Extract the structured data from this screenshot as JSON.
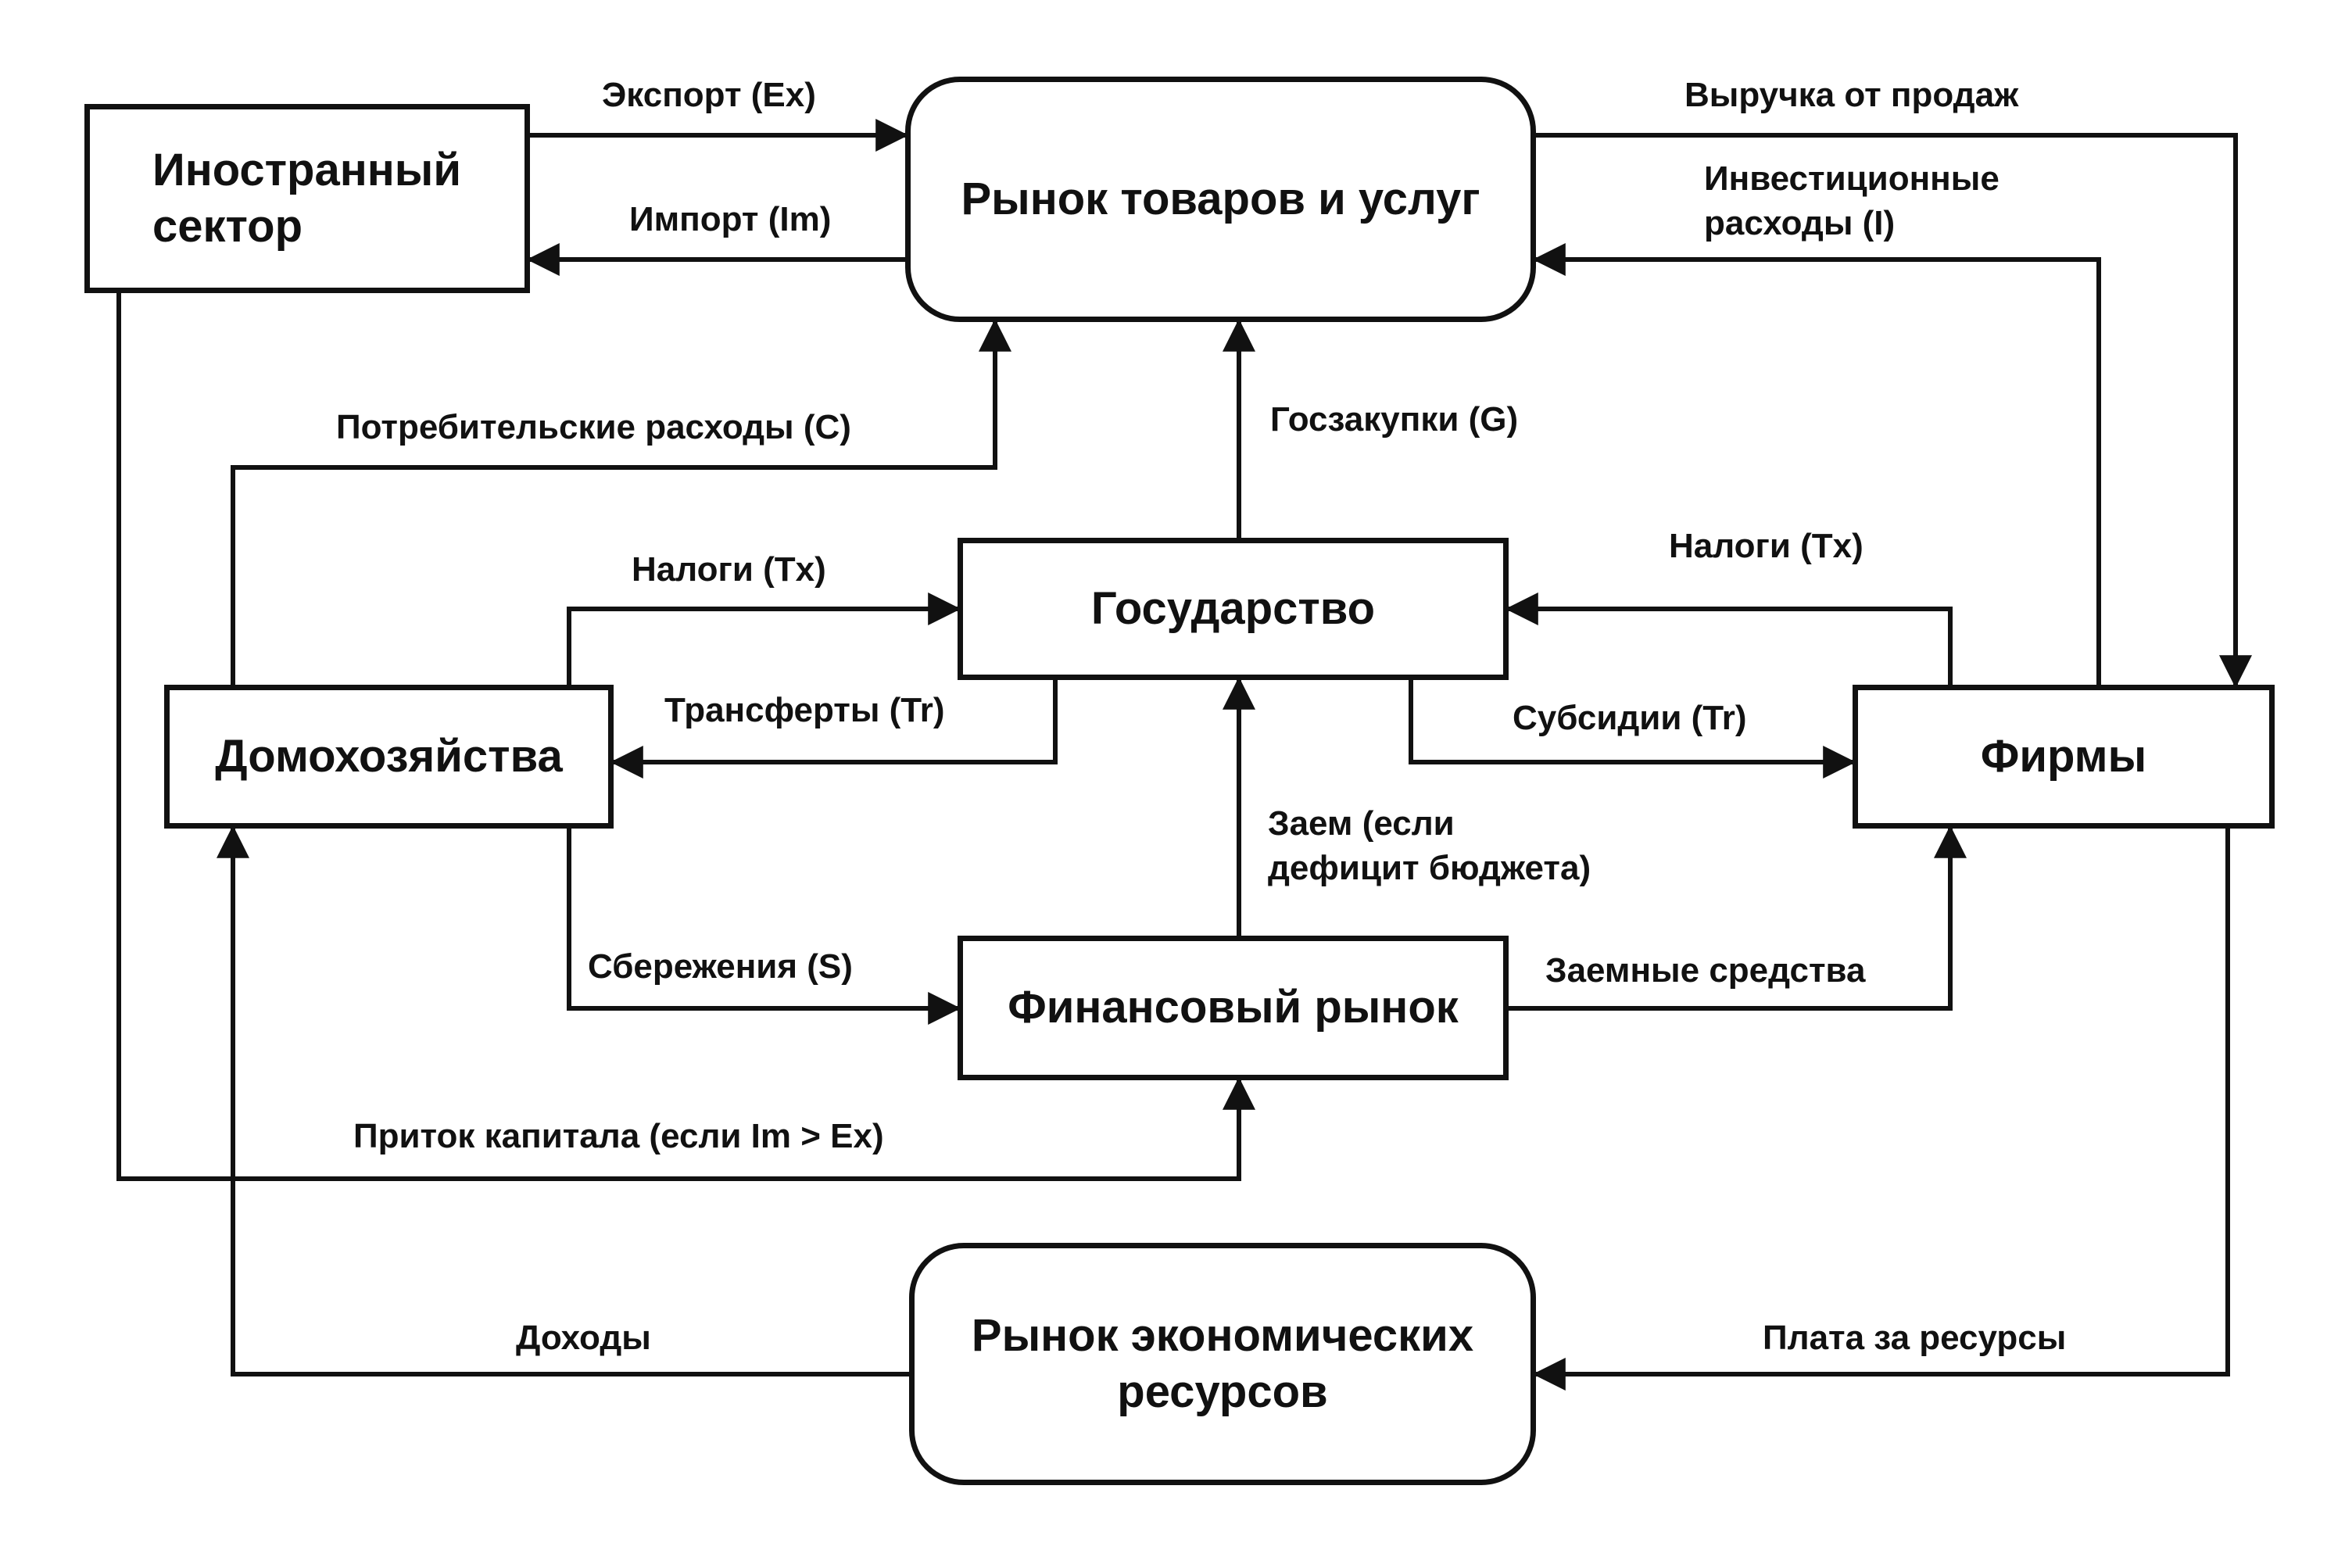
{
  "nodes": {
    "foreign_sector": "Иностранный сектор",
    "goods_market": "Рынок товаров и услуг",
    "government": "Государство",
    "households": "Домохозяйства",
    "firms": "Фирмы",
    "financial_market": "Финансовый рынок",
    "resource_market": "Рынок экономических ресурсов"
  },
  "flows": {
    "export": "Экспорт (Ex)",
    "import": "Импорт (Im)",
    "sales_revenue": "Выручка от продаж",
    "investment": "Инвестиционные расходы (I)",
    "consumption": "Потребительские расходы (C)",
    "gov_purchases": "Госзакупки (G)",
    "taxes_households": "Налоги (Tx)",
    "taxes_firms": "Налоги (Tx)",
    "transfers": "Трансферты (Tr)",
    "subsidies": "Субсидии (Tr)",
    "borrowing": "Заем (если дефицит бюджета)",
    "savings": "Сбережения (S)",
    "loans": "Заемные средства",
    "capital_inflow": "Приток капитала (если Im > Ex)",
    "incomes": "Доходы",
    "resource_payment": "Плата за ресурсы"
  }
}
